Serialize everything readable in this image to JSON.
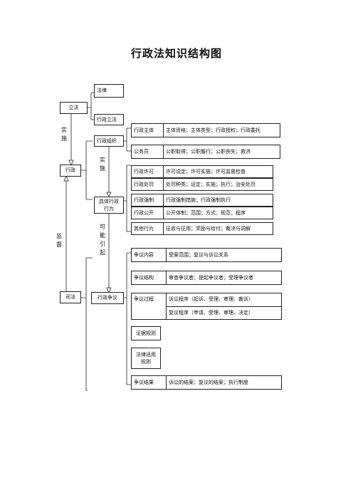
{
  "title": "行政法知识结构图",
  "left_column": {
    "legislation": "立法",
    "administration": "行政",
    "judiciary": "司法",
    "label_implement": "实施",
    "label_supervise": "监督"
  },
  "middle_column": {
    "law": "法律",
    "admin_legislation": "行政立法",
    "admin_organization": "行政组织",
    "specific_admin_act": "具体行政行为",
    "admin_dispute": "行政争议",
    "label_implement": "实施",
    "label_may_cause": "可能引起"
  },
  "organization_rows": [
    {
      "head": "行政主体",
      "body": "主体资格；主体类型；行政授权；行政委托"
    },
    {
      "head": "公务员",
      "body": "公职取得；公职履行；公职丧失；救济"
    }
  ],
  "act_rows": [
    {
      "head": "行政许可",
      "body": "许可设定；许可实施；许可监督检查"
    },
    {
      "head": "行政处罚",
      "body": "处罚种类；设定；实施；执行；治安处罚"
    },
    {
      "head": "行政强制",
      "body": "行政强制措施；行政强制执行"
    },
    {
      "head": "行政公开",
      "body": "公开体制；范围；方式；规范；程序"
    },
    {
      "head": "其他行为",
      "body": "征收与征用；奖励与给付；裁决与调解"
    }
  ],
  "dispute_rows": {
    "content": {
      "head": "争议内容",
      "body": "受案范围；复议与诉讼关系"
    },
    "structure": {
      "head": "争议结构",
      "body": "审查争议者；提起争议者；受理争议者"
    },
    "process": {
      "head": "争议过程",
      "body1": "诉讼程序（起诉、受理、审理、裁诉）",
      "body2": "复议程序（申请、受理、审理、决定）"
    },
    "evidence": "证据规则",
    "law_applicable": "法律适用规则",
    "result": {
      "head": "争议结果",
      "body": "诉讼的结案；复议的结案；执行制度"
    }
  }
}
